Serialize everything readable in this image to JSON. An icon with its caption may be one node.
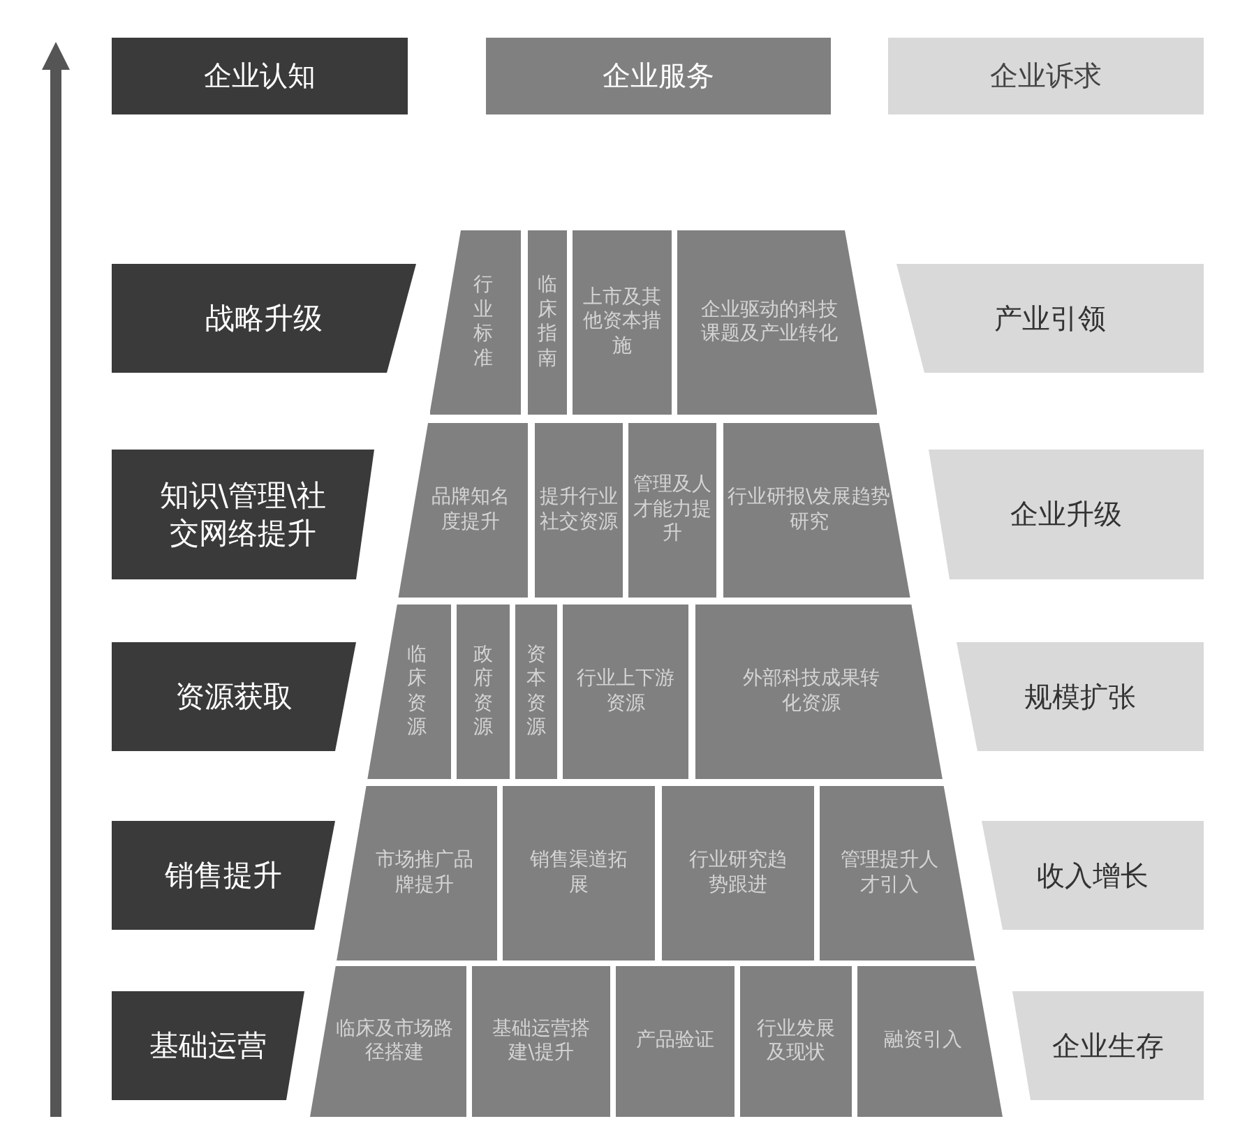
{
  "diagram": {
    "nodes": [
      {
        "text": [
          "企业认知"
        ]
      },
      {
        "text": [
          "企业服务"
        ]
      },
      {
        "text": [
          "企业诉求"
        ]
      },
      {
        "text": [
          "战略升级"
        ]
      },
      {
        "text": [
          "行业标准"
        ]
      },
      {
        "text": [
          "临床指南"
        ]
      },
      {
        "text": [
          "上市及其他资本措施"
        ]
      },
      {
        "text": [
          "企业驱动的科技课题及产业转化"
        ]
      },
      {
        "text": [
          "产业引领"
        ]
      },
      {
        "text": [
          "知识\\管理\\社交网络提升"
        ]
      },
      {
        "text": [
          "品牌知名度提升"
        ]
      },
      {
        "text": [
          "提升行业社交资源"
        ]
      },
      {
        "text": [
          "管理及人才能力提升"
        ]
      },
      {
        "text": [
          "行业研报\\发展趋势研究"
        ]
      },
      {
        "text": [
          "企业升级"
        ]
      },
      {
        "text": [
          "资源获取"
        ]
      },
      {
        "text": [
          "临床资源"
        ]
      },
      {
        "text": [
          "政府资源"
        ]
      },
      {
        "text": [
          "资本资源"
        ]
      },
      {
        "text": [
          "行业上下游资源"
        ]
      },
      {
        "text": [
          "外部科技成果转化资源"
        ]
      },
      {
        "text": [
          "规模扩张"
        ]
      },
      {
        "text": [
          "销售提升"
        ]
      },
      {
        "text": [
          "市场推广品牌提升"
        ]
      },
      {
        "text": [
          "销售渠道拓展"
        ]
      },
      {
        "text": [
          "行业研究趋势跟进"
        ]
      },
      {
        "text": [
          "管理提升人才引入"
        ]
      },
      {
        "text": [
          "收入增长"
        ]
      },
      {
        "text": [
          "基础运营"
        ]
      },
      {
        "text": [
          "临床及市场路径搭建"
        ]
      },
      {
        "text": [
          "基础运营搭建\\提升"
        ]
      },
      {
        "text": [
          "产品验证"
        ]
      },
      {
        "text": [
          "行业发展及现状"
        ]
      },
      {
        "text": [
          "融资引入"
        ]
      },
      {
        "text": [
          "企业生存"
        ]
      }
    ]
  }
}
